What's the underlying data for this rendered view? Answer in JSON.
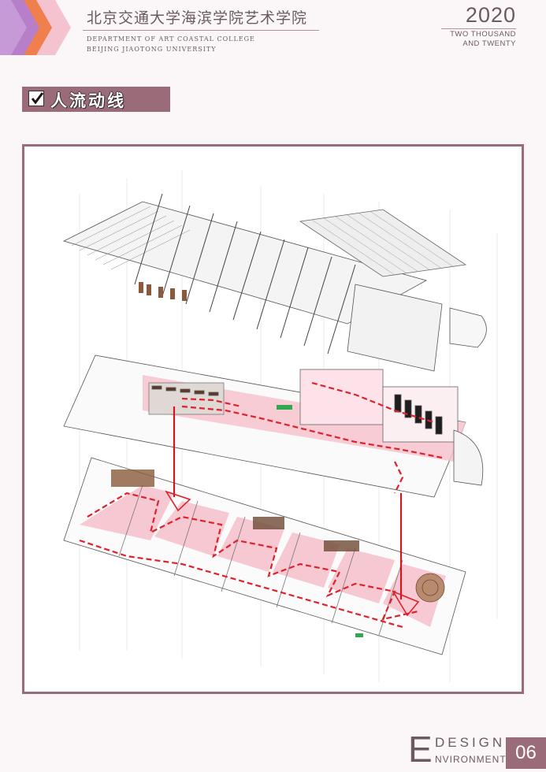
{
  "header": {
    "title": "北京交通大学海滨学院艺术学院",
    "department_line1": "DEPARTMENT OF ART COASTAL COLLEGE",
    "department_line2": "BEIJING JIAOTONG UNIVERSITY",
    "year": "2020",
    "year_words_line1": "TWO THOUSAND",
    "year_words_line2": "AND TWENTY"
  },
  "section": {
    "title": "人流动线",
    "icon": "checkbox-checked-icon"
  },
  "drawing": {
    "description_icon": "axonometric-exploded-building-icon"
  },
  "footer": {
    "letter": "E",
    "design": "DESIGN",
    "environmental": "NVIRONMENTAL",
    "page": "06"
  },
  "colors": {
    "accent": "#9a6b78",
    "text": "#6b5a60",
    "flow_red": "#e0202a",
    "floor_pink": "#f6c3cd",
    "stripe_purple": "#b77fc9",
    "stripe_orange": "#f07f4e",
    "stripe_salmon": "#ef9a7d",
    "stripe_pink": "#f4c3cf"
  }
}
